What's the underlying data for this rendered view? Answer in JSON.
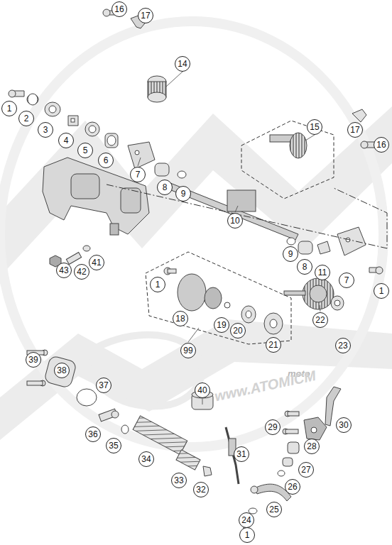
{
  "diagram": {
    "nodes": [
      {
        "text": [
          "16"
        ]
      },
      {
        "text": [
          "17"
        ]
      },
      {
        "text": [
          "14"
        ]
      },
      {
        "text": [
          "1"
        ]
      },
      {
        "text": [
          "2"
        ]
      },
      {
        "text": [
          "3"
        ]
      },
      {
        "text": [
          "4"
        ]
      },
      {
        "text": [
          "5"
        ]
      },
      {
        "text": [
          "6"
        ]
      },
      {
        "text": [
          "15"
        ]
      },
      {
        "text": [
          "17"
        ]
      },
      {
        "text": [
          "16"
        ]
      },
      {
        "text": [
          "7"
        ]
      },
      {
        "text": [
          "8"
        ]
      },
      {
        "text": [
          "9"
        ]
      },
      {
        "text": [
          "10"
        ]
      },
      {
        "text": [
          "9"
        ]
      },
      {
        "text": [
          "8"
        ]
      },
      {
        "text": [
          "11"
        ]
      },
      {
        "text": [
          "7"
        ]
      },
      {
        "text": [
          "1"
        ]
      },
      {
        "text": [
          "41"
        ]
      },
      {
        "text": [
          "42"
        ]
      },
      {
        "text": [
          "43"
        ]
      },
      {
        "text": [
          "1"
        ]
      },
      {
        "text": [
          "18"
        ]
      },
      {
        "text": [
          "19"
        ]
      },
      {
        "text": [
          "20"
        ]
      },
      {
        "text": [
          "21"
        ]
      },
      {
        "text": [
          "99"
        ]
      },
      {
        "text": [
          "22"
        ]
      },
      {
        "text": [
          "23"
        ]
      },
      {
        "text": [
          "39"
        ]
      },
      {
        "text": [
          "38"
        ]
      },
      {
        "text": [
          "37"
        ]
      },
      {
        "text": [
          "40"
        ]
      },
      {
        "text": [
          "29"
        ]
      },
      {
        "text": [
          "30"
        ]
      },
      {
        "text": [
          "36"
        ]
      },
      {
        "text": [
          "35"
        ]
      },
      {
        "text": [
          "28"
        ]
      },
      {
        "text": [
          "31"
        ]
      },
      {
        "text": [
          "34"
        ]
      },
      {
        "text": [
          "27"
        ]
      },
      {
        "text": [
          "33"
        ]
      },
      {
        "text": [
          "32"
        ]
      },
      {
        "text": [
          "26"
        ]
      },
      {
        "text": [
          "25"
        ]
      },
      {
        "text": [
          "24"
        ]
      },
      {
        "text": [
          "1"
        ]
      }
    ],
    "labels": [
      "moto",
      "www.ATOMICM"
    ]
  }
}
